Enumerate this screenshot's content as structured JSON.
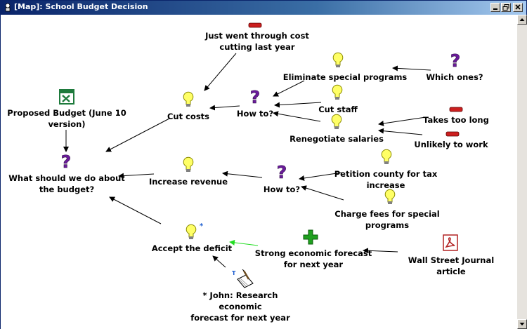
{
  "window": {
    "title": "[Map]: School Budget Decision"
  },
  "nodes": {
    "proposed_budget": "Proposed Budget (June 10\nversion)",
    "what_should": "What should we do about\nthe budget?",
    "just_went": "Just went through cost\ncutting last year",
    "cut_costs": "Cut costs",
    "how_to_1": "How to?",
    "eliminate": "Eliminate special programs",
    "which_ones": "Which ones?",
    "cut_staff": "Cut staff",
    "renegotiate": "Renegotiate salaries",
    "takes_too_long": "Takes too long",
    "unlikely": "Unlikely to work",
    "increase_revenue": "Increase revenue",
    "how_to_2": "How to?",
    "petition": "Petition county for tax\nincrease",
    "charge_fees": "Charge fees for special\nprograms",
    "accept_deficit": "Accept the deficit",
    "strong_forecast": "Strong economic forecast\nfor next year",
    "wsj": "Wall Street Journal article",
    "john": "* John: Research economic\nforecast for next year"
  },
  "markers": {
    "accept_star": "*",
    "john_tag": "T"
  },
  "colors": {
    "title_active": "#0a246a",
    "question": "#6a1b9a",
    "con": "#cc1f1f",
    "pro": "#1fa01f",
    "idea": "#ffff66",
    "pro_link": "#22dd22"
  }
}
